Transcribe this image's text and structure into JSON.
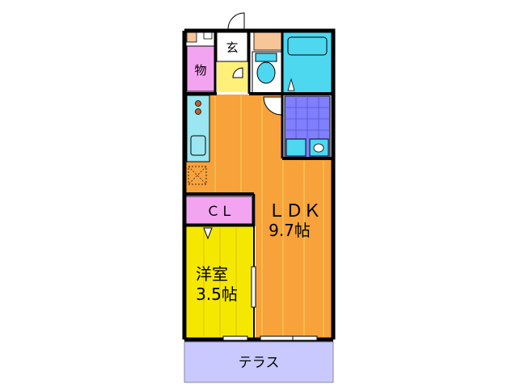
{
  "floorplan": {
    "rooms": {
      "entrance": "玄",
      "storage": "物",
      "closet": "ＣＬ",
      "ldk_name": "ＬＤＫ",
      "ldk_size": "9.7帖",
      "western_name": "洋室",
      "western_size": "3.5帖",
      "terrace": "テラス"
    },
    "colors": {
      "wall": "#000000",
      "ldk_floor": "#f7a23a",
      "ldk_grain": "#f2c95a",
      "western_floor": "#f5e800",
      "western_grain": "#e2c400",
      "closet": "#f3a4f0",
      "storage": "#f3a4f0",
      "bath": "#4dd8f0",
      "washroom": "#7f7fff",
      "toilet": "#4dd8f0",
      "entrance": "#ffffff",
      "shoe_box": "#f7c59a",
      "terrace": "#c9c9ff",
      "hall": "#fff07a",
      "kitchen_counter": "#9be6f0"
    }
  }
}
